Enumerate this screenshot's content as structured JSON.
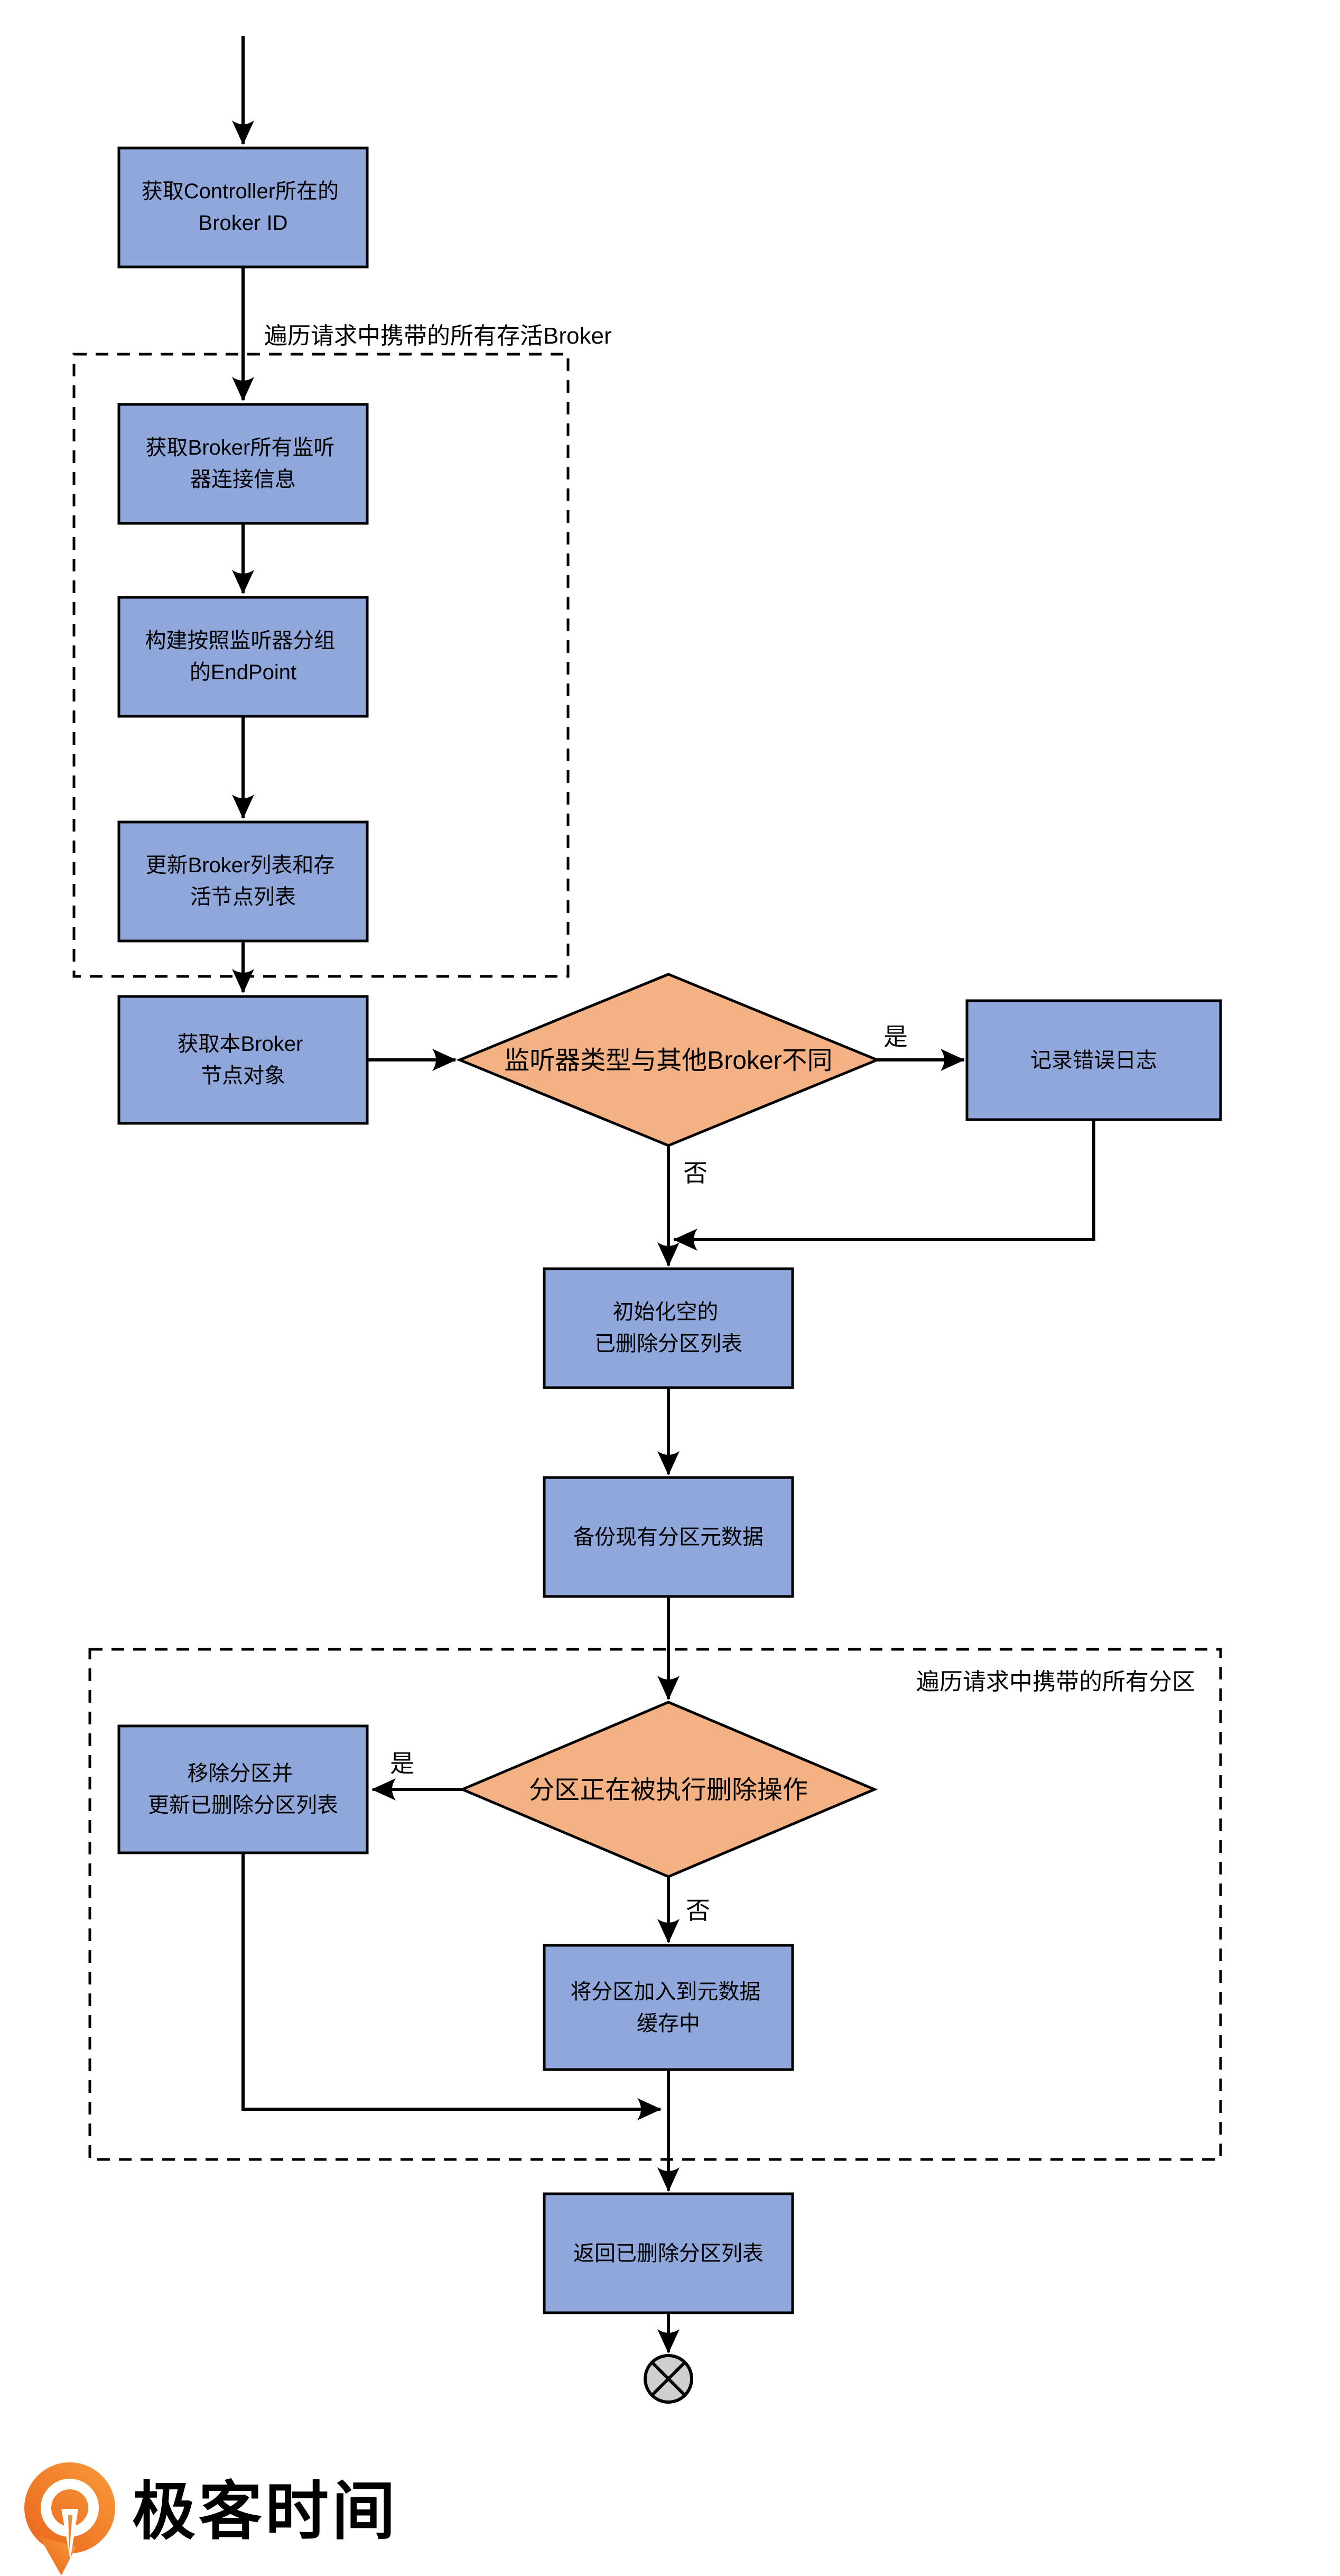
{
  "palette": {
    "process_fill": "#8FA7DB",
    "decision_fill": "#F4B183",
    "terminator_fill": "#D0CECE",
    "outline": "#000000",
    "logo_orange_top": "#F89B3B",
    "logo_orange_bottom": "#EA641C",
    "logo_text_color": "#54504E"
  },
  "flowchart": {
    "nodes": {
      "get_controller_broker_id": {
        "lines": [
          "获取Controller所在的",
          "Broker ID"
        ]
      },
      "get_broker_listeners": {
        "lines": [
          "获取Broker所有监听",
          "器连接信息"
        ]
      },
      "build_endpoint_by_listener": {
        "lines": [
          "构建按照监听器分组",
          "的EndPoint"
        ]
      },
      "update_broker_lists": {
        "lines": [
          "更新Broker列表和存",
          "活节点列表"
        ]
      },
      "get_local_broker_node": {
        "lines": [
          "获取本Broker",
          "节点对象"
        ]
      },
      "log_error": {
        "label": "记录错误日志"
      },
      "init_empty_deleted_partition_list": {
        "lines": [
          "初始化空的",
          "已删除分区列表"
        ]
      },
      "backup_partition_metadata": {
        "label": "备份现有分区元数据"
      },
      "remove_partition_update_list": {
        "lines": [
          "移除分区并",
          "更新已删除分区列表"
        ]
      },
      "add_partition_to_metadata_cache": {
        "lines": [
          "将分区加入到元数据",
          "缓存中"
        ]
      },
      "return_deleted_partition_list": {
        "label": "返回已删除分区列表"
      }
    },
    "decisions": {
      "listener_type_differs": {
        "label": "监听器类型与其他Broker不同"
      },
      "partition_being_deleted": {
        "label": "分区正在被执行删除操作"
      }
    },
    "regions": {
      "broker_loop": {
        "label": "遍历请求中携带的所有存活Broker"
      },
      "partition_loop": {
        "label": "遍历请求中携带的所有分区"
      }
    },
    "branch_labels": {
      "listener_yes": "是",
      "listener_no": "否",
      "partition_yes": "是",
      "partition_no": "否"
    }
  },
  "footer": {
    "logo_text": "极客时间"
  }
}
